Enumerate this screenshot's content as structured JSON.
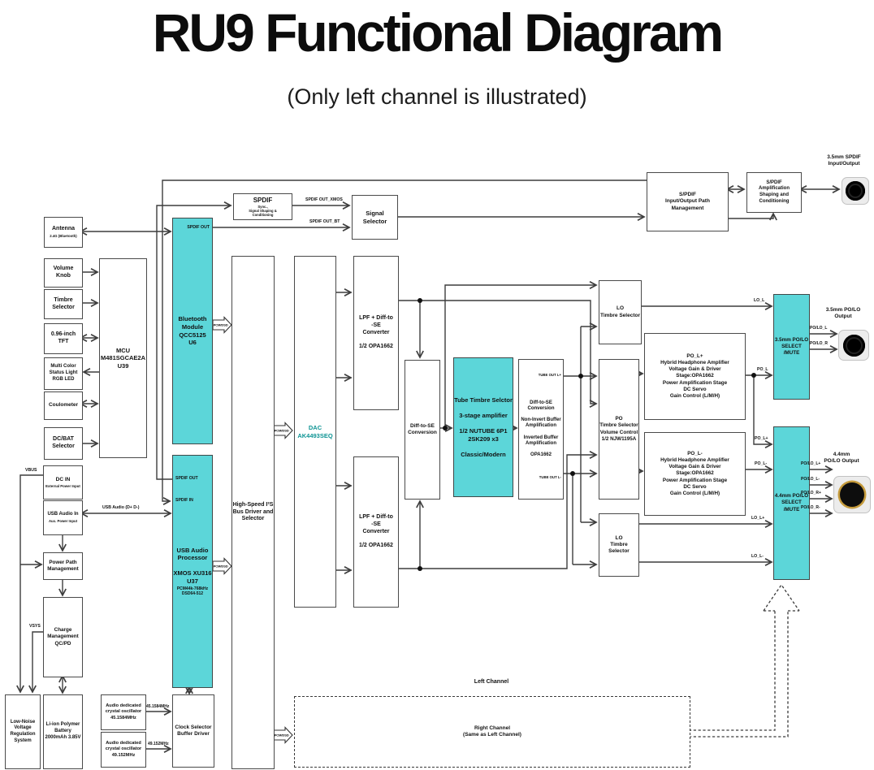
{
  "title": "RU9 Functional Diagram",
  "subtitle": "(Only left channel is illustrated)",
  "colors": {
    "accent_cyan": "#5cd6d9",
    "dac_teal": "#0e9494",
    "wire": "#3d3d3d",
    "gold": "#c59b3c"
  },
  "blocks": {
    "antenna": "Antenna",
    "antenna_sub": "2.4G (Bluetooth)",
    "volume_knob": "Volume\nKnob",
    "timbre_selector": "Timbre\nSelector",
    "tft": "0.96-inch\nTFT",
    "status_light": "Multi Color\nStatus Light\nRGB LED",
    "coulometer": "Coulometer",
    "dc_bat_selector": "DC/BAT\nSelector",
    "mcu": "MCU\nM481SGCAE2A\nU39",
    "bluetooth": "Bluetooth\nModule\nQCC5125\nU6",
    "bluetooth_spdif_out": "SPDIF OUT",
    "spdif_shaping_title": "SPDIF",
    "spdif_shaping_sub": "Sync.,\nSignal Shaping &\nConditioning",
    "signal_selector": "Signal\nSelector",
    "spdif_path_mgmt": "S/PDIF\nInput/Output Path\nManagement",
    "spdif_amp": "S/PDIF\nAmplification\nShaping and\nConditioning",
    "i2s": "High-Speed I²S\nBus Driver and\nSelector",
    "dac": "DAC\nAK4493SEQ",
    "lpf": "LPF + Diff-to\n-SE\nConverter\n\n1/2 OPA1662",
    "diff_se": "Diff-to-SE\nConversion",
    "tube": "Tube Timbre Selctor\n\n3-stage amplifier\n\n1/2 NUTUBE 6P1\n2SK209 x3\n\nClassic/Modern",
    "buffer": "Diff-to-SE\nConversion\n\nNon-Invert Buffer\nAmplification\n\nInverted Buffer\nAmplification\n\nOPA1662",
    "tube_out_lp": "TUBE OUT L+",
    "tube_out_lm": "TUBE OUT L-",
    "po_ts": "PO\nTimbre Selector\nVolume Control\n1/2 NJW1195A",
    "lo_ts": "LO\nTimbre Selector",
    "amp_p": "PO_L+\nHybrid Headphone Amplifier\nVoltage Gain & Driver\nStage:OPA1662\nPower Amplification Stage\nDC Servo\nGain Control (L/M/H)",
    "amp_m": "PO_L-\nHybrid Headphone Amplifier\nVoltage Gain & Driver\nStage:OPA1662\nPower Amplification Stage\nDC Servo\nGain Control (L/M/H)",
    "sel35": "3.5mm PO/LO\nSELECT\n/MUTE",
    "sel44": "4.4mm PO/LO\nSELECT\n/MUTE",
    "usb_proc": "USB Audio\nProcessor\n\nXMOS XU316\nU37",
    "usb_proc_sub": "PCM44k-768kHz\nDSD64-512",
    "usb_spdif_out": "SPDIF OUT",
    "usb_spdif_in": "SPDIF IN",
    "clock_sel": "Clock Selector\nBuffer Driver",
    "osc1": "Audio dedicated\ncrystal oscillator\n45.1584MHz",
    "osc2": "Audio dedicated\ncrystal oscillator\n49.152MHz",
    "dc_in": "DC IN",
    "dc_in_sub": "External Power Input",
    "usb_in": "USB Audio In",
    "usb_in_sub": "Aux. Power Input",
    "power_path": "Power Path\nManagement",
    "charge": "Charge\nManagement\nQC/PD",
    "ldo": "Low-Noise\nVoltage\nRegulation\nSystem",
    "battery": "Li-ion Polymer\nBattery\n2000mAh 3.85V",
    "left_channel": "Left Channel",
    "right_channel": "Right Channel\n(Same as Left Channel)"
  },
  "outputs": {
    "spdif_jack_label": "3.5mm SPDIF\nInput/Output",
    "out35_label": "3.5mm PO/LO\nOutput",
    "out44_label": "4.4mm\nPO/LO Output"
  },
  "wire_labels": {
    "spdif_out_xmos": "SPDIF OUT_XMOS",
    "spdif_out_bt": "SPDIF OUT_BT",
    "pcm_dsd": "PCM/DSD",
    "vbus": "VBUS",
    "vsys": "VSYS",
    "usb_audio": "USB Audio (D+ D-)",
    "f1": "45.1584MHz",
    "f2": "49.152MHz",
    "lo_l": "LO_L",
    "po_l": "PO_L",
    "po_lp": "PO_L+",
    "po_lm": "PO_L-",
    "lo_lp": "LO_L+",
    "lo_lm": "LO_L-",
    "polo_l": "PO/LO_L",
    "polo_r": "PO/LO_R",
    "polo_lp": "PO/LO_L+",
    "polo_lm": "PO/LO_L-",
    "polo_rp": "PO/LO_R+",
    "polo_rm": "PO/LO_R-"
  }
}
